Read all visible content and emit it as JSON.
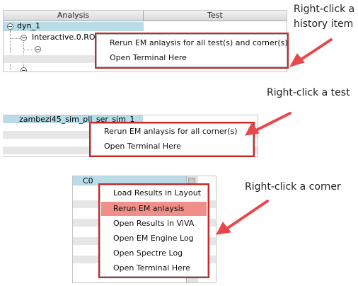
{
  "panel1": {
    "columns": [
      "Analysis",
      "Test"
    ],
    "tree": [
      "dyn_1",
      "Interactive.0.RO"
    ],
    "menu": [
      "Rerun EM anlaysis for all test(s) and corner(s)",
      "Open Terminal Here"
    ]
  },
  "panel2": {
    "test_name": "zambezi45_sim_pll_ser_sim_1",
    "menu": [
      "Rerun EM anlaysis for all corner(s)",
      "Open Terminal Here"
    ]
  },
  "panel3": {
    "corner": "C0",
    "menu": [
      "Load Results in Layout",
      "Rerun EM anlaysis",
      "Open Results in ViVA",
      "Open EM Engine Log",
      "Open Spectre Log",
      "Open Terminal Here"
    ],
    "highlighted_item": "Rerun EM anlaysis"
  },
  "callouts": {
    "history": [
      "Right-click a",
      "history item"
    ],
    "test": "Right-click a test",
    "corner": "Right-click a corner"
  },
  "colors": {
    "arrow": "#e8474c",
    "menu_border": "#c62828",
    "highlight": "#f08f8a",
    "selection": "#b8dce8"
  }
}
